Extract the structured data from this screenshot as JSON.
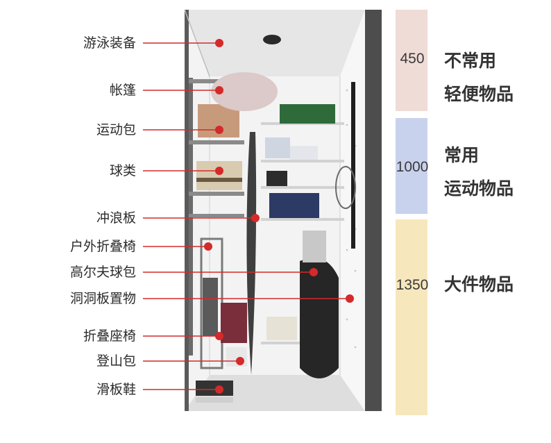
{
  "labels": [
    {
      "text": "游泳装备"
    },
    {
      "text": "帐篷"
    },
    {
      "text": "运动包"
    },
    {
      "text": "球类"
    },
    {
      "text": "冲浪板"
    },
    {
      "text": "户外折叠椅"
    },
    {
      "text": "高尔夫球包"
    },
    {
      "text": "洞洞板置物"
    },
    {
      "text": "折叠座椅"
    },
    {
      "text": "登山包"
    },
    {
      "text": "滑板鞋"
    }
  ],
  "zones": [
    {
      "value": "450",
      "line1": "不常用",
      "line2": "轻便物品",
      "color": "#efdcd6"
    },
    {
      "value": "1000",
      "line1": "常用",
      "line2": "运动物品",
      "color": "#c9d2ec"
    },
    {
      "value": "1350",
      "line1": "大件物品",
      "line2": "",
      "color": "#f6e7bd"
    }
  ],
  "colors": {
    "leader": "#d42a2a",
    "frame": "#4d4d4d",
    "wall": "#ededed"
  }
}
